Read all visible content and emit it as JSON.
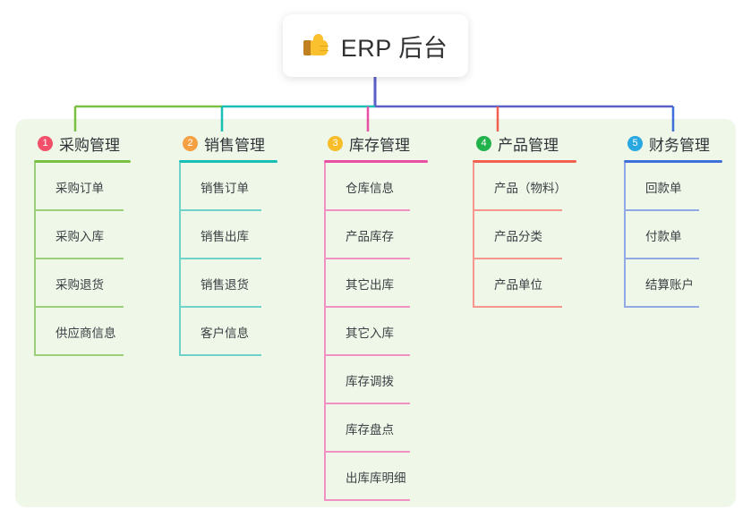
{
  "title": {
    "icon": "thumbs-up-icon",
    "text": "ERP 后台"
  },
  "colors": {
    "panel_bg": "#eef7e8",
    "page_bg": "#ffffff",
    "title_text": "#303133",
    "item_text": "#3b4045"
  },
  "columns": [
    {
      "number": "1",
      "label": "采购管理",
      "badge_color": "#f2506a",
      "line_color": "#7ac143",
      "item_line_color": "#9ccf7a",
      "items": [
        {
          "label": "采购订单"
        },
        {
          "label": "采购入库"
        },
        {
          "label": "采购退货"
        },
        {
          "label": "供应商信息"
        }
      ]
    },
    {
      "number": "2",
      "label": "销售管理",
      "badge_color": "#f5a043",
      "line_color": "#17bfb4",
      "item_line_color": "#6fd3cc",
      "items": [
        {
          "label": "销售订单"
        },
        {
          "label": "销售出库"
        },
        {
          "label": "销售退货"
        },
        {
          "label": "客户信息"
        }
      ]
    },
    {
      "number": "3",
      "label": "库存管理",
      "badge_color": "#f7bd29",
      "line_color": "#e94fa3",
      "item_line_color": "#f191c4",
      "items": [
        {
          "label": "仓库信息"
        },
        {
          "label": "产品库存"
        },
        {
          "label": "其它出库"
        },
        {
          "label": "其它入库"
        },
        {
          "label": "库存调拨"
        },
        {
          "label": "库存盘点"
        },
        {
          "label": "出库库明细"
        }
      ]
    },
    {
      "number": "4",
      "label": "产品管理",
      "badge_color": "#22b24c",
      "line_color": "#f4604f",
      "item_line_color": "#f7968c",
      "items": [
        {
          "label": "产品（物料）"
        },
        {
          "label": "产品分类"
        },
        {
          "label": "产品单位"
        }
      ]
    },
    {
      "number": "5",
      "label": "财务管理",
      "badge_color": "#29a7e1",
      "line_color": "#3f6fd8",
      "item_line_color": "#90a9e4",
      "items": [
        {
          "label": "回款单"
        },
        {
          "label": "付款单"
        },
        {
          "label": "结算账户"
        }
      ]
    }
  ],
  "connectors": {
    "trunk_color": "#5b5fc7",
    "bus_segments": [
      {
        "color": "#7ac143"
      },
      {
        "color": "#17bfb4"
      },
      {
        "color": "#5b5fc7"
      }
    ]
  }
}
